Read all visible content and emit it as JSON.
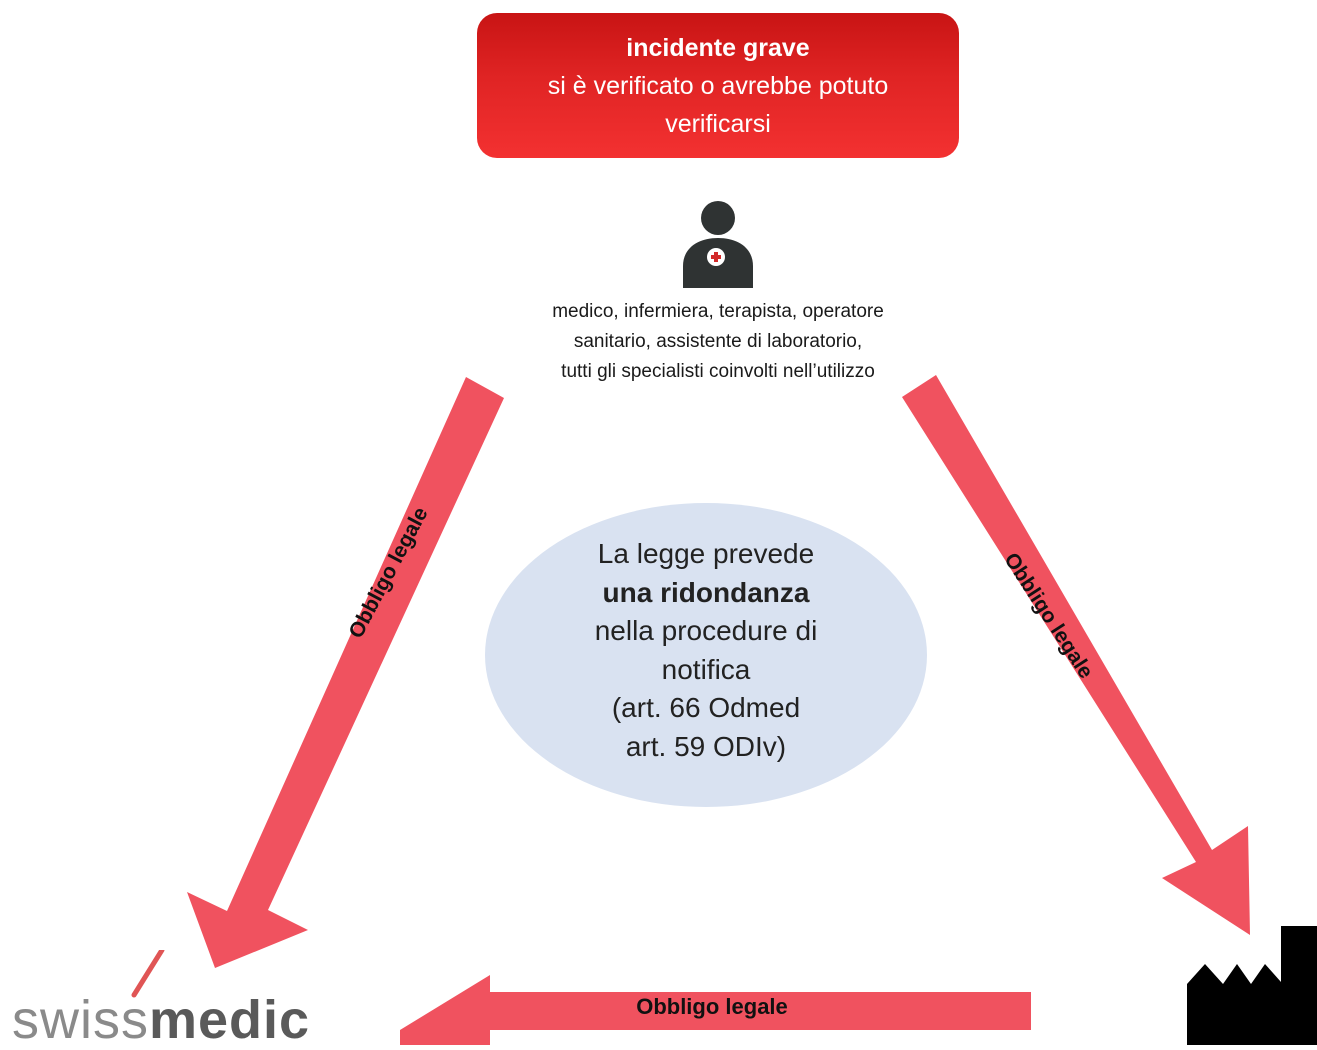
{
  "event": {
    "title": "incidente grave",
    "subtitle": "si è verificato o avrebbe potuto verificarsi",
    "color": "#e32727"
  },
  "reporter": {
    "icon": "healthcare-person-icon",
    "lines": [
      "medico, infermiera, terapista, operatore",
      "sanitario, assistente di laboratorio,",
      "tutti gli specialisti coinvolti nell’utilizzo"
    ]
  },
  "arrows": {
    "color": "#f0525f",
    "left_label": "Obbligo legale",
    "right_label": "Obbligo legale",
    "bottom_label": "Obbligo legale"
  },
  "center": {
    "line1": "La legge prevede",
    "line2_bold": "una ridondanza",
    "line3": "nella procedure di",
    "line4": "notifica",
    "line5": "(art. 66 Odmed",
    "line6": "art. 59 ODIv)",
    "color": "#d9e2f1"
  },
  "logo": {
    "part1": "swiss",
    "part2": "medic"
  },
  "manufacturer": {
    "icon": "factory-icon"
  }
}
